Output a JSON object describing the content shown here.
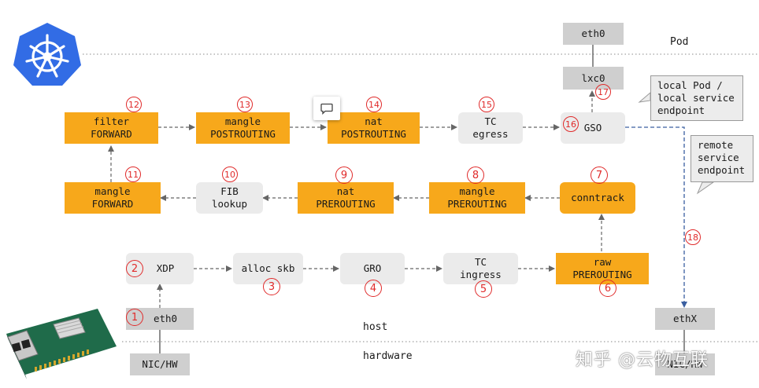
{
  "zones": {
    "pod": "Pod",
    "host": "host",
    "hardware": "hardware"
  },
  "boxes": {
    "eth0_pod": "eth0",
    "lxc0": "lxc0",
    "filter_forward": "filter\nFORWARD",
    "mangle_postrouting": "mangle\nPOSTROUTING",
    "nat_postrouting": "nat\nPOSTROUTING",
    "tc_egress": "TC\negress",
    "gso": "GSO",
    "mangle_forward": "mangle\nFORWARD",
    "fib_lookup": "FIB\nlookup",
    "nat_prerouting": "nat\nPREROUTING",
    "mangle_prerouting": "mangle\nPREROUTING",
    "conntrack": "conntrack",
    "xdp": "XDP",
    "alloc_skb": "alloc skb",
    "gro": "GRO",
    "tc_ingress": "TC\ningress",
    "raw_prerouting": "raw\nPREROUTING",
    "eth0_host": "eth0",
    "ethx": "ethX",
    "nic_hw": "NIC/HW",
    "nic_hw_right": "NIC/HW"
  },
  "steps": [
    "1",
    "2",
    "3",
    "4",
    "5",
    "6",
    "7",
    "8",
    "9",
    "10",
    "11",
    "12",
    "13",
    "14",
    "15",
    "16",
    "17",
    "18"
  ],
  "callouts": {
    "local": "local Pod /\nlocal service\nendpoint",
    "remote": "remote\nservice\nendpoint"
  },
  "watermark": "知乎 @云物互联",
  "colors": {
    "orange": "#f7a81b",
    "light_gray": "#ebebeb",
    "dark_gray": "#cfcfcf",
    "step_red": "#e02a2a",
    "k8s_blue": "#326ce5",
    "arrow_blue": "#3a5fa0"
  }
}
